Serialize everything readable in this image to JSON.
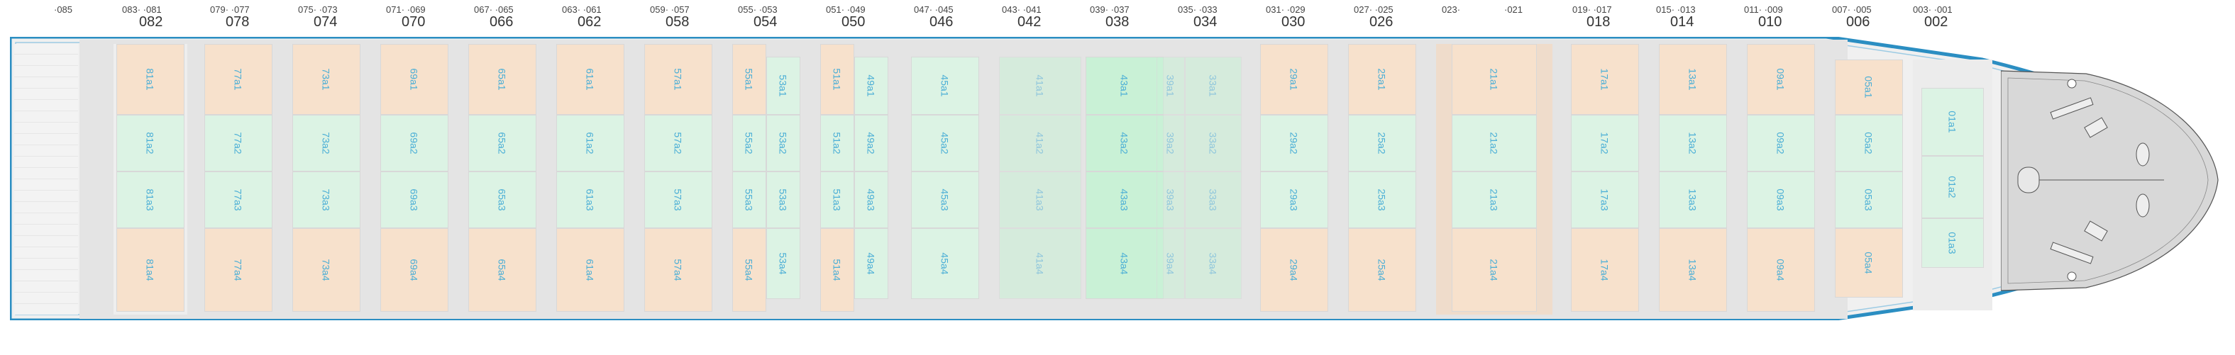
{
  "colors": {
    "hull_outline": "#2b8ec2",
    "cell_orange": "#f7e1cc",
    "cell_green": "#dcf3e4",
    "cell_green_highlight": "#c9f1d6",
    "cell_text": "#4aaed6",
    "bay_background": "#e4e4e4",
    "bow_deck": "#d8d8d8"
  },
  "header": {
    "bays": [
      {
        "pair": "·085",
        "main": ""
      },
      {
        "pair": "083· ·081",
        "main": "082"
      },
      {
        "pair": "079· ·077",
        "main": "078"
      },
      {
        "pair": "075· ·073",
        "main": "074"
      },
      {
        "pair": "071· ·069",
        "main": "070"
      },
      {
        "pair": "067· ·065",
        "main": "066"
      },
      {
        "pair": "063· ·061",
        "main": "062"
      },
      {
        "pair": "059· ·057",
        "main": "058"
      },
      {
        "pair": "055· ·053",
        "main": "054"
      },
      {
        "pair": "051· ·049",
        "main": "050"
      },
      {
        "pair": "047· ·045",
        "main": "046"
      },
      {
        "pair": "043· ·041",
        "main": "042"
      },
      {
        "pair": "039· ·037",
        "main": "038"
      },
      {
        "pair": "035· ·033",
        "main": "034"
      },
      {
        "pair": "031· ·029",
        "main": "030"
      },
      {
        "pair": "027· ·025",
        "main": "026"
      },
      {
        "pair": "023·",
        "main": ""
      },
      {
        "pair": "·021",
        "main": ""
      },
      {
        "pair": "019· ·017",
        "main": "018"
      },
      {
        "pair": "015· ·013",
        "main": "014"
      },
      {
        "pair": "011· ·009",
        "main": "010"
      },
      {
        "pair": "007· ·005",
        "main": "006"
      },
      {
        "pair": "003· ·001",
        "main": "002"
      }
    ]
  },
  "cells": {
    "b81": [
      "81a1",
      "81a2",
      "81a3",
      "81a4"
    ],
    "b77": [
      "77a1",
      "77a2",
      "77a3",
      "77a4"
    ],
    "b73": [
      "73a1",
      "73a2",
      "73a3",
      "73a4"
    ],
    "b69": [
      "69a1",
      "69a2",
      "69a3",
      "69a4"
    ],
    "b65": [
      "65a1",
      "65a2",
      "65a3",
      "65a4"
    ],
    "b61": [
      "61a1",
      "61a2",
      "61a3",
      "61a4"
    ],
    "b57": [
      "57a1",
      "57a2",
      "57a3",
      "57a4"
    ],
    "b55": [
      "55a1",
      "55a2",
      "55a3",
      "55a4"
    ],
    "b53": [
      "53a1",
      "53a2",
      "53a3",
      "53a4"
    ],
    "b51": [
      "51a1",
      "51a2",
      "51a3",
      "51a4"
    ],
    "b49": [
      "49a1",
      "49a2",
      "49a3",
      "49a4"
    ],
    "b45": [
      "45a1",
      "45a2",
      "45a3",
      "45a4"
    ],
    "b41": [
      "41a1",
      "41a2",
      "41a3",
      "41a4"
    ],
    "b43": [
      "43a1",
      "43a2",
      "43a3",
      "43a4"
    ],
    "b39": [
      "39a1",
      "39a2",
      "39a3",
      "39a4"
    ],
    "b33": [
      "33a1",
      "33a2",
      "33a3",
      "33a4"
    ],
    "b29": [
      "29a1",
      "29a2",
      "29a3",
      "29a4"
    ],
    "b25": [
      "25a1",
      "25a2",
      "25a3",
      "25a4"
    ],
    "b21": [
      "21a1",
      "21a2",
      "21a3",
      "21a4"
    ],
    "b17": [
      "17a1",
      "17a2",
      "17a3",
      "17a4"
    ],
    "b13": [
      "13a1",
      "13a2",
      "13a3",
      "13a4"
    ],
    "b09": [
      "09a1",
      "09a2",
      "09a3",
      "09a4"
    ],
    "b05": [
      "05a1",
      "05a2",
      "05a3",
      "05a4"
    ],
    "b01": [
      "01a1",
      "01a2",
      "01a3"
    ]
  }
}
